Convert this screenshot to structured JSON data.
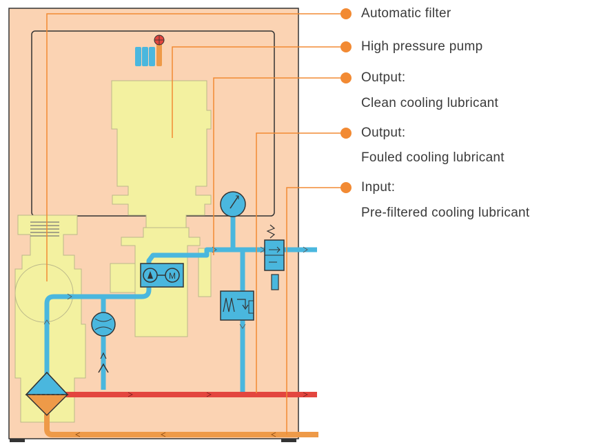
{
  "legend": {
    "automatic_filter": "Automatic filter",
    "pump": "High pressure pump",
    "output_clean": {
      "line1": "Output:",
      "line2": "Clean cooling lubricant"
    },
    "output_fouled": {
      "line1": "Output:",
      "line2": "Fouled cooling lubricant"
    },
    "input_prefiltered": {
      "line1": "Input:",
      "line2": "Pre-filtered cooling lubricant"
    }
  },
  "colors": {
    "cabinet": "#fbd3b3",
    "machine": "#f3f1a0",
    "clean_pipe": "#4ab7de",
    "fouled_pipe": "#e3463f",
    "input_pipe": "#ee9a48",
    "leader": "#f28a33",
    "outline": "#333333"
  },
  "icons": [
    "pressure-gauge-icon",
    "pump-motor-icon",
    "flow-meter-icon",
    "valve-icon",
    "relief-valve-icon",
    "filter-icon",
    "heat-sink-icon"
  ]
}
